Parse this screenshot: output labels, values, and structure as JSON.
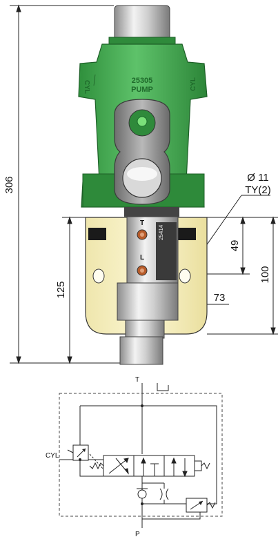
{
  "drawing": {
    "dims": {
      "overall_height": "306",
      "bracket_height": "125",
      "mount_spacing": "100",
      "offset": "49",
      "bolt_spacing": "73",
      "hole_dia": "Ø 11",
      "hole_note": "TY(2)"
    },
    "body_marks": {
      "port_cyl_left": "CYL",
      "port_cyl_right": "CYL",
      "part_no": "25305",
      "pump": "PUMP",
      "label_t": "T",
      "label_l": "L",
      "side_no": "25414"
    },
    "schematic": {
      "label_t": "T",
      "label_p": "P",
      "label_cyl": "CYL"
    }
  }
}
